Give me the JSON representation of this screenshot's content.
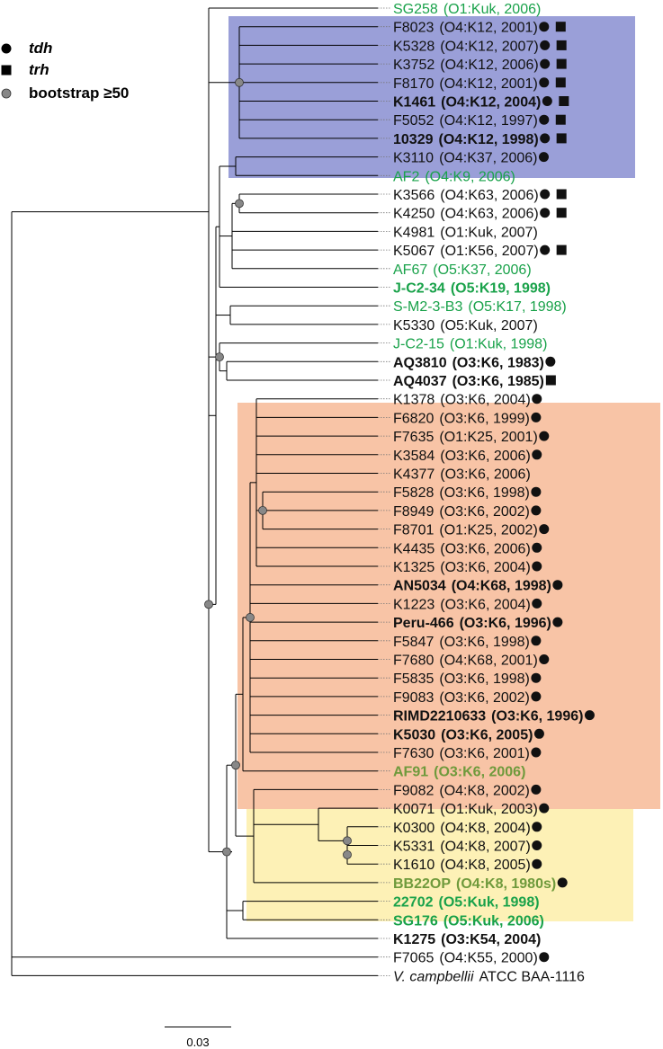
{
  "colors": {
    "clade_o4k12": "#9a9fd8",
    "clade_o3k6": "#f8c4a6",
    "clade_o4k8": "#fdf1b6",
    "green_label": "#19a24a",
    "olive_label": "#6f9a3c",
    "branch": "#000000",
    "bootstrap_node": "#888888"
  },
  "legend": {
    "tdh": "tdh",
    "trh": "trh",
    "bootstrap": "bootstrap ≥50"
  },
  "scale_bar": {
    "label": "0.03"
  },
  "taxa": [
    {
      "name": "SG258",
      "info": "(O1:Kuk, 2006)",
      "color": "green",
      "bold": false,
      "tdh": false,
      "trh": false
    },
    {
      "name": "F8023",
      "info": "(O4:K12, 2001)",
      "color": "black",
      "bold": false,
      "tdh": true,
      "trh": true
    },
    {
      "name": "K5328",
      "info": "(O4:K12, 2007)",
      "color": "black",
      "bold": false,
      "tdh": true,
      "trh": true
    },
    {
      "name": "K3752",
      "info": "(O4:K12, 2006)",
      "color": "black",
      "bold": false,
      "tdh": true,
      "trh": true
    },
    {
      "name": "F8170",
      "info": "(O4:K12, 2001)",
      "color": "black",
      "bold": false,
      "tdh": true,
      "trh": true
    },
    {
      "name": "K1461",
      "info": "(O4:K12, 2004)",
      "color": "black",
      "bold": true,
      "tdh": true,
      "trh": true
    },
    {
      "name": "F5052",
      "info": "(O4:K12, 1997)",
      "color": "black",
      "bold": false,
      "tdh": true,
      "trh": true
    },
    {
      "name": "10329",
      "info": "(O4:K12, 1998)",
      "color": "black",
      "bold": true,
      "tdh": true,
      "trh": true
    },
    {
      "name": "K3110",
      "info": "(O4:K37, 2006)",
      "color": "black",
      "bold": false,
      "tdh": true,
      "trh": false
    },
    {
      "name": "AF2",
      "info": "(O4:K9, 2006)",
      "color": "green",
      "bold": false,
      "tdh": false,
      "trh": false
    },
    {
      "name": "K3566",
      "info": "(O4:K63, 2006)",
      "color": "black",
      "bold": false,
      "tdh": true,
      "trh": true
    },
    {
      "name": "K4250",
      "info": "(O4:K63, 2006)",
      "color": "black",
      "bold": false,
      "tdh": true,
      "trh": true
    },
    {
      "name": "K4981",
      "info": "(O1:Kuk, 2007)",
      "color": "black",
      "bold": false,
      "tdh": false,
      "trh": false
    },
    {
      "name": "K5067",
      "info": "(O1:K56, 2007)",
      "color": "black",
      "bold": false,
      "tdh": true,
      "trh": true
    },
    {
      "name": "AF67",
      "info": "(O5:K37, 2006)",
      "color": "green",
      "bold": false,
      "tdh": false,
      "trh": false
    },
    {
      "name": "J-C2-34",
      "info": "(O5:K19, 1998)",
      "color": "green",
      "bold": true,
      "tdh": false,
      "trh": false
    },
    {
      "name": "S-M2-3-B3",
      "info": "(O5:K17, 1998)",
      "color": "green",
      "bold": false,
      "tdh": false,
      "trh": false
    },
    {
      "name": "K5330",
      "info": "(O5:Kuk, 2007)",
      "color": "black",
      "bold": false,
      "tdh": false,
      "trh": false
    },
    {
      "name": "J-C2-15",
      "info": "(O1:Kuk, 1998)",
      "color": "green",
      "bold": false,
      "tdh": false,
      "trh": false
    },
    {
      "name": "AQ3810",
      "info": "(O3:K6, 1983)",
      "color": "black",
      "bold": true,
      "tdh": true,
      "trh": false
    },
    {
      "name": "AQ4037",
      "info": "(O3:K6, 1985)",
      "color": "black",
      "bold": true,
      "tdh": false,
      "trh": true
    },
    {
      "name": "K1378",
      "info": "(O3:K6, 2004)",
      "color": "black",
      "bold": false,
      "tdh": true,
      "trh": false
    },
    {
      "name": "F6820",
      "info": "(O3:K6, 1999)",
      "color": "black",
      "bold": false,
      "tdh": true,
      "trh": false
    },
    {
      "name": "F7635",
      "info": "(O1:K25, 2001)",
      "color": "black",
      "bold": false,
      "tdh": true,
      "trh": false
    },
    {
      "name": "K3584",
      "info": "(O3:K6, 2006)",
      "color": "black",
      "bold": false,
      "tdh": true,
      "trh": false
    },
    {
      "name": "K4377",
      "info": "(O3:K6, 2006)",
      "color": "black",
      "bold": false,
      "tdh": false,
      "trh": false
    },
    {
      "name": "F5828",
      "info": "(O3:K6, 1998)",
      "color": "black",
      "bold": false,
      "tdh": true,
      "trh": false
    },
    {
      "name": "F8949",
      "info": "(O3:K6, 2002)",
      "color": "black",
      "bold": false,
      "tdh": true,
      "trh": false
    },
    {
      "name": "F8701",
      "info": "(O1:K25, 2002)",
      "color": "black",
      "bold": false,
      "tdh": true,
      "trh": false
    },
    {
      "name": "K4435",
      "info": "(O3:K6, 2006)",
      "color": "black",
      "bold": false,
      "tdh": true,
      "trh": false
    },
    {
      "name": "K1325",
      "info": "(O3:K6, 2004)",
      "color": "black",
      "bold": false,
      "tdh": true,
      "trh": false
    },
    {
      "name": "AN5034",
      "info": "(O4:K68, 1998)",
      "color": "black",
      "bold": true,
      "tdh": true,
      "trh": false
    },
    {
      "name": "K1223",
      "info": "(O3:K6, 2004)",
      "color": "black",
      "bold": false,
      "tdh": true,
      "trh": false
    },
    {
      "name": "Peru-466",
      "info": "(O3:K6, 1996)",
      "color": "black",
      "bold": true,
      "tdh": true,
      "trh": false
    },
    {
      "name": "F5847",
      "info": "(O3:K6, 1998)",
      "color": "black",
      "bold": false,
      "tdh": true,
      "trh": false
    },
    {
      "name": "F7680",
      "info": "(O4:K68, 2001)",
      "color": "black",
      "bold": false,
      "tdh": true,
      "trh": false
    },
    {
      "name": "F5835",
      "info": "(O3:K6, 1998)",
      "color": "black",
      "bold": false,
      "tdh": true,
      "trh": false
    },
    {
      "name": "F9083",
      "info": "(O3:K6, 2002)",
      "color": "black",
      "bold": false,
      "tdh": true,
      "trh": false
    },
    {
      "name": "RIMD2210633",
      "info": "(O3:K6, 1996)",
      "color": "black",
      "bold": true,
      "tdh": true,
      "trh": false
    },
    {
      "name": "K5030",
      "info": "(O3:K6, 2005)",
      "color": "black",
      "bold": true,
      "tdh": true,
      "trh": false
    },
    {
      "name": "F7630",
      "info": "(O3:K6, 2001)",
      "color": "black",
      "bold": false,
      "tdh": true,
      "trh": false
    },
    {
      "name": "AF91",
      "info": "(O3:K6, 2006)",
      "color": "olive",
      "bold": true,
      "tdh": false,
      "trh": false
    },
    {
      "name": "F9082",
      "info": "(O4:K8, 2002)",
      "color": "black",
      "bold": false,
      "tdh": true,
      "trh": false
    },
    {
      "name": "K0071",
      "info": "(O1:Kuk, 2003)",
      "color": "black",
      "bold": false,
      "tdh": true,
      "trh": false
    },
    {
      "name": "K0300",
      "info": "(O4:K8, 2004)",
      "color": "black",
      "bold": false,
      "tdh": true,
      "trh": false
    },
    {
      "name": "K5331",
      "info": "(O4:K8, 2007)",
      "color": "black",
      "bold": false,
      "tdh": true,
      "trh": false
    },
    {
      "name": "K1610",
      "info": "(O4:K8, 2005)",
      "color": "black",
      "bold": false,
      "tdh": true,
      "trh": false
    },
    {
      "name": "BB22OP",
      "info": "(O4:K8, 1980s)",
      "color": "olive",
      "bold": true,
      "tdh": true,
      "trh": false
    },
    {
      "name": "22702",
      "info": "(O5:Kuk, 1998)",
      "color": "green",
      "bold": true,
      "tdh": false,
      "trh": false
    },
    {
      "name": "SG176",
      "info": "(O5:Kuk, 2006)",
      "color": "green",
      "bold": true,
      "tdh": false,
      "trh": false
    },
    {
      "name": "K1275",
      "info": "(O3:K54, 2004)",
      "color": "black",
      "bold": true,
      "tdh": false,
      "trh": false
    },
    {
      "name": "F7065",
      "info": "(O4:K55, 2000)",
      "color": "black",
      "bold": false,
      "tdh": true,
      "trh": false
    },
    {
      "name": "V. campbellii",
      "info": "ATCC BAA-1116",
      "color": "black",
      "bold": false,
      "italic_name": true,
      "tdh": false,
      "trh": false
    }
  ]
}
